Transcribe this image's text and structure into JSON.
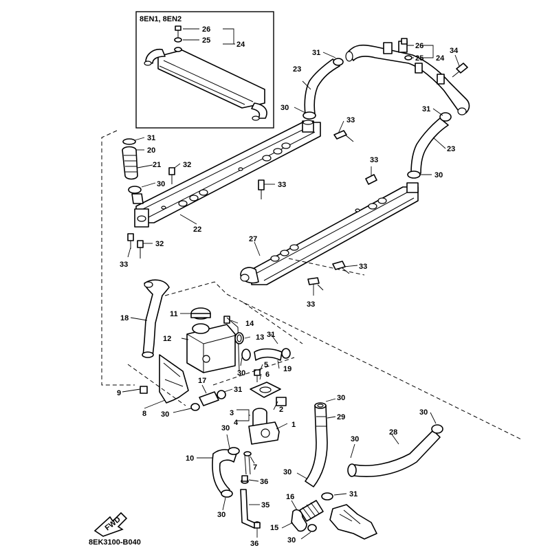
{
  "inset": {
    "models": "8EN1, 8EN2"
  },
  "callouts": [
    {
      "n": "1"
    },
    {
      "n": "2"
    },
    {
      "n": "3"
    },
    {
      "n": "4"
    },
    {
      "n": "5"
    },
    {
      "n": "6"
    },
    {
      "n": "7"
    },
    {
      "n": "8"
    },
    {
      "n": "9"
    },
    {
      "n": "10"
    },
    {
      "n": "11"
    },
    {
      "n": "12"
    },
    {
      "n": "13"
    },
    {
      "n": "14"
    },
    {
      "n": "15"
    },
    {
      "n": "16"
    },
    {
      "n": "17"
    },
    {
      "n": "18"
    },
    {
      "n": "19"
    },
    {
      "n": "20"
    },
    {
      "n": "21"
    },
    {
      "n": "22"
    },
    {
      "n": "23"
    },
    {
      "n": "23"
    },
    {
      "n": "24"
    },
    {
      "n": "24"
    },
    {
      "n": "25"
    },
    {
      "n": "25"
    },
    {
      "n": "26"
    },
    {
      "n": "26"
    },
    {
      "n": "27"
    },
    {
      "n": "28"
    },
    {
      "n": "29"
    },
    {
      "n": "30"
    },
    {
      "n": "30"
    },
    {
      "n": "30"
    },
    {
      "n": "30"
    },
    {
      "n": "30"
    },
    {
      "n": "30"
    },
    {
      "n": "30"
    },
    {
      "n": "30"
    },
    {
      "n": "30"
    },
    {
      "n": "30"
    },
    {
      "n": "30"
    },
    {
      "n": "30"
    },
    {
      "n": "31"
    },
    {
      "n": "31"
    },
    {
      "n": "31"
    },
    {
      "n": "31"
    },
    {
      "n": "31"
    },
    {
      "n": "31"
    },
    {
      "n": "32"
    },
    {
      "n": "32"
    },
    {
      "n": "33"
    },
    {
      "n": "33"
    },
    {
      "n": "33"
    },
    {
      "n": "33"
    },
    {
      "n": "33"
    },
    {
      "n": "33"
    },
    {
      "n": "34"
    },
    {
      "n": "35"
    },
    {
      "n": "36"
    },
    {
      "n": "36"
    }
  ],
  "fwd_label": "FWD",
  "catalog_code": "8EK3100-B040"
}
